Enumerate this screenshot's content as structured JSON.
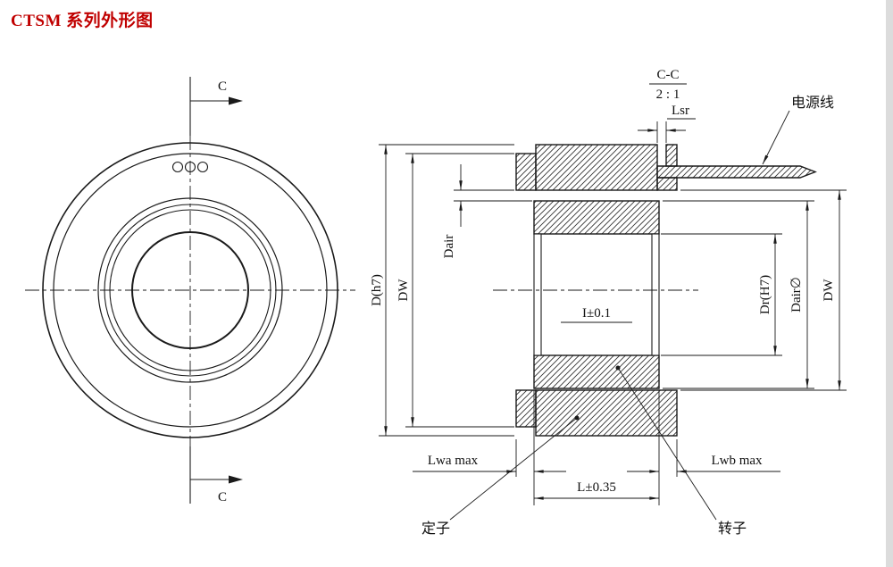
{
  "title": "CTSM 系列外形图",
  "colors": {
    "title": "#c00000",
    "line": "#1a1a1a",
    "background": "#ffffff"
  },
  "front_view": {
    "section_label_top": "C",
    "section_label_bottom": "C"
  },
  "section_view": {
    "section_name": "C-C",
    "section_scale": "2 : 1",
    "dims": {
      "lsr": "Lsr",
      "d_h7": "D(h7)",
      "dw_left": "DW",
      "dair": "Dair",
      "bore_width": "I±0.1",
      "dr_h7": "Dr(H7)",
      "dair_dia": "Dair∅",
      "dw_right": "DW",
      "lwa": "Lwa max",
      "lwb": "Lwb max",
      "length": "L±0.35"
    },
    "callouts": {
      "power_cable": "电源线",
      "stator": "定子",
      "rotor": "转子"
    }
  }
}
